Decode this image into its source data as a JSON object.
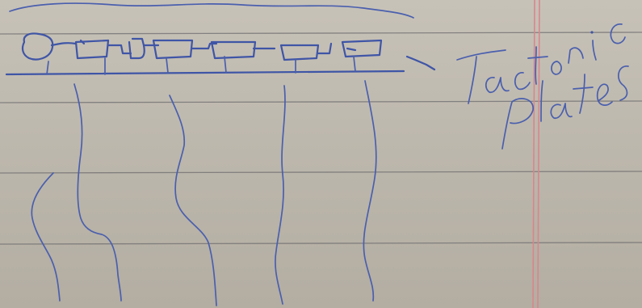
{
  "image": {
    "kind": "photo of handwritten notebook sketch",
    "paper_color": "#c2bdb2",
    "ink_color": "#3f55a6",
    "rule_color": "#6e6d70",
    "margin_color": "#d9868b"
  },
  "handwriting": {
    "label_line_1": "Tactonic",
    "label_line_2": "Plates"
  }
}
